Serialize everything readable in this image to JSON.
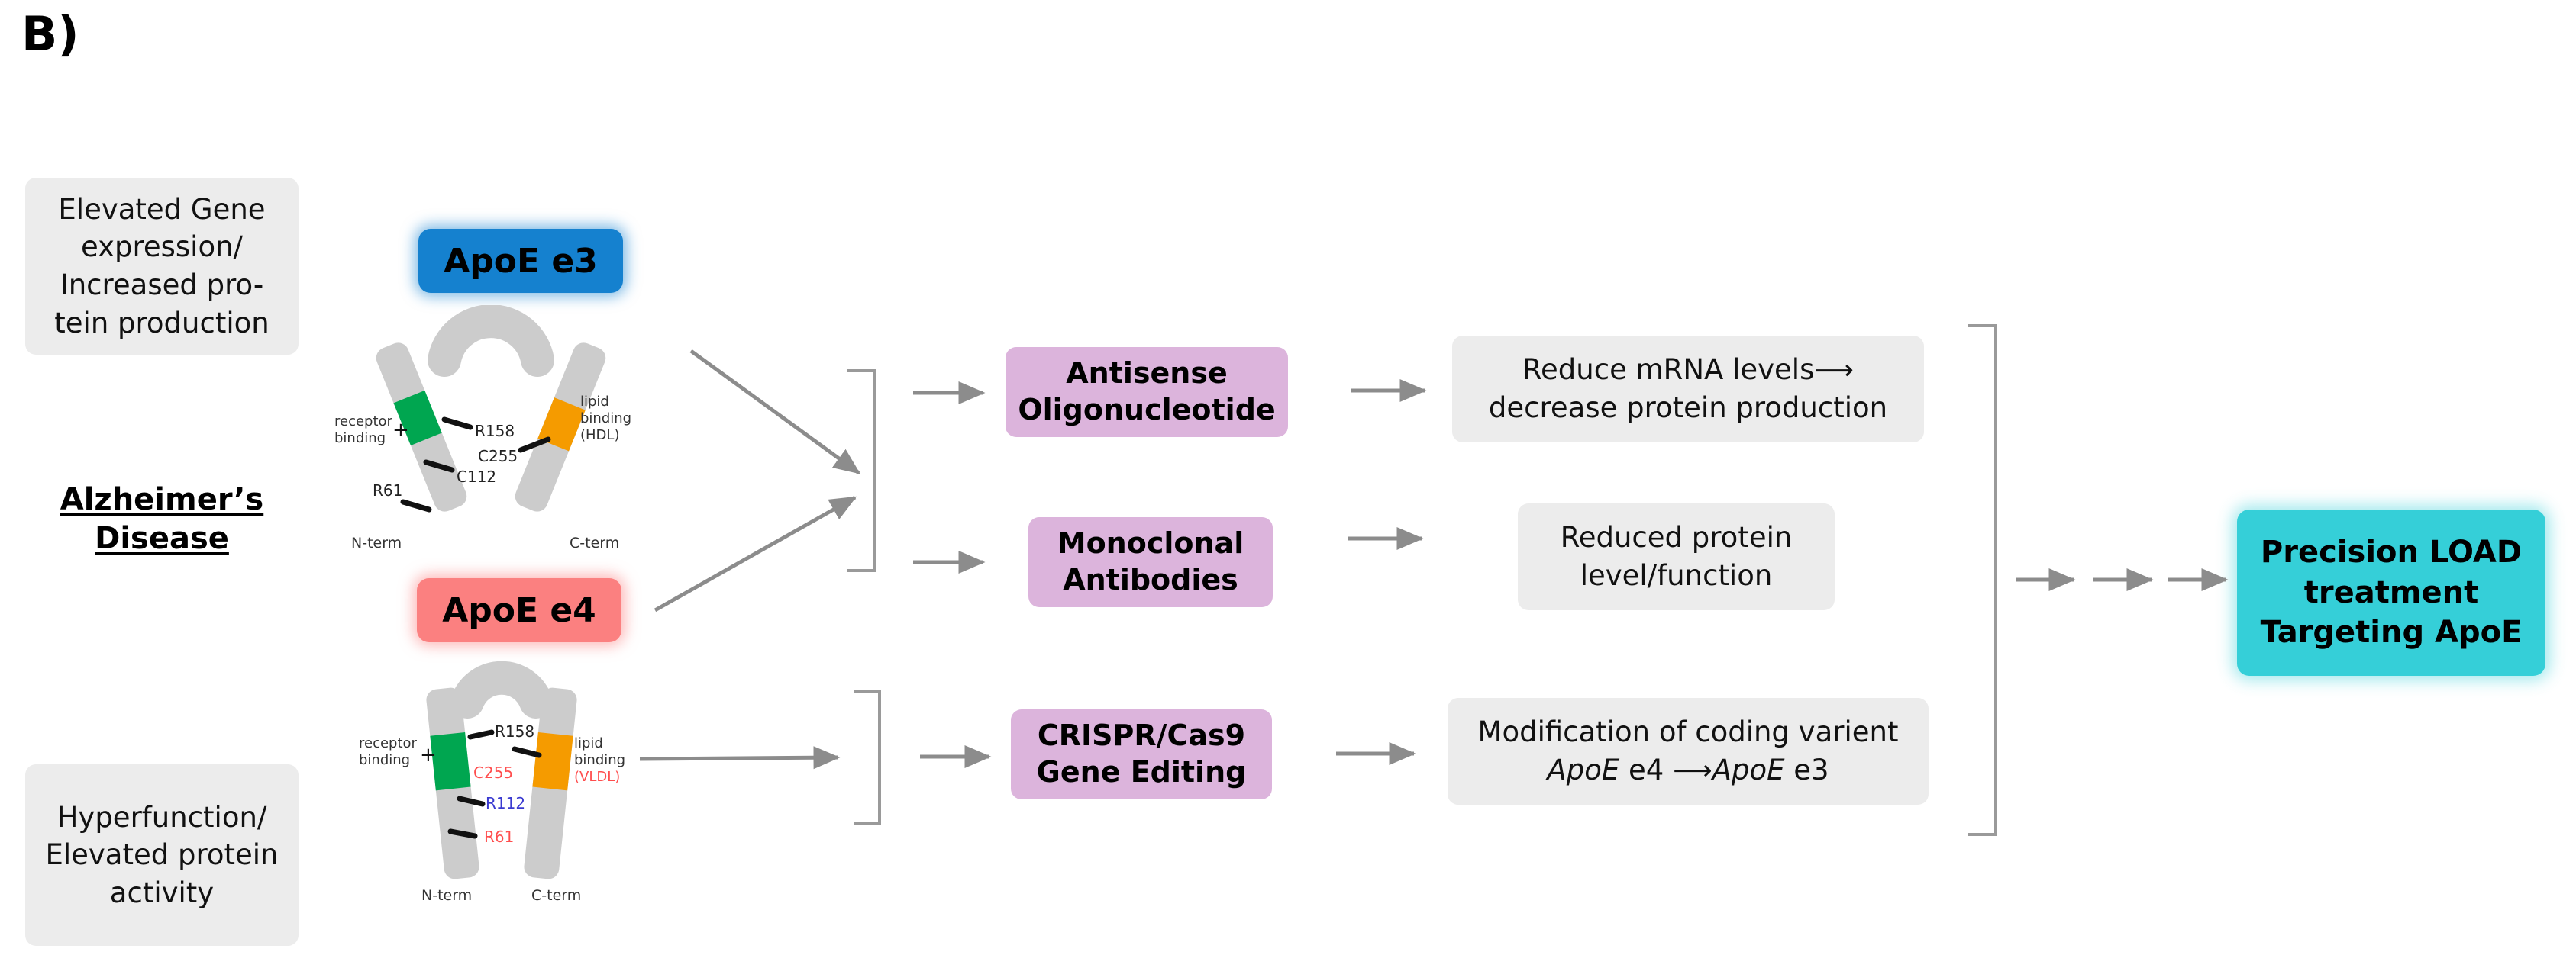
{
  "panel": {
    "letter": "B)"
  },
  "left_column": {
    "elevated_gene_box": "Elevated Gene expression/ Increased pro-tein production",
    "disease_label_line1": "Alzheimer’s",
    "disease_label_line2": "Disease",
    "hyperfunction_box": "Hyperfunction/ Elevated protein activity"
  },
  "alleles": [
    {
      "id": "apoe-e3",
      "label": "ApoE e3",
      "color": "#1581cf",
      "protein": {
        "receptor_binding_label": "receptor binding",
        "charge_symbol": "+",
        "lipid_binding_label": "lipid binding (HDL)",
        "lipid_binding_line1": "lipid",
        "lipid_binding_line2": "binding",
        "lipid_binding_line3": "(HDL)",
        "residues": [
          {
            "name": "R158",
            "color": "#000000"
          },
          {
            "name": "C112",
            "color": "#000000"
          },
          {
            "name": "R61",
            "color": "#000000"
          },
          {
            "name": "C255",
            "color": "#000000"
          }
        ],
        "n_term": "N-term",
        "c_term": "C-term",
        "domain_colors": {
          "receptor": "#00a650",
          "lipid": "#f59b00",
          "backbone": "#cccccc"
        }
      }
    },
    {
      "id": "apoe-e4",
      "label": "ApoE e4",
      "color": "#fb8080",
      "protein": {
        "receptor_binding_label": "receptor binding",
        "charge_symbol": "+",
        "lipid_binding_line1": "lipid",
        "lipid_binding_line2": "binding",
        "lipid_binding_line3": "(VLDL)",
        "residues": [
          {
            "name": "R158",
            "color": "#000000"
          },
          {
            "name": "C255",
            "color": "#ff4d4d"
          },
          {
            "name": "R112",
            "color": "#3a3ad0"
          },
          {
            "name": "R61",
            "color": "#ff4d4d"
          }
        ],
        "n_term": "N-term",
        "c_term": "C-term",
        "domain_colors": {
          "receptor": "#00a650",
          "lipid": "#f59b00",
          "backbone": "#cccccc"
        }
      }
    }
  ],
  "treatments": [
    {
      "id": "aso",
      "line1": "Antisense",
      "line2": "Oligonucleotide"
    },
    {
      "id": "mab",
      "line1": "Monoclonal",
      "line2": "Antibodies"
    },
    {
      "id": "crispr",
      "line1": "CRISPR/Cas9",
      "line2": "Gene Editing"
    }
  ],
  "outcomes": [
    {
      "id": "outcome-aso",
      "line1_prefix": "Reduce mRNA levels",
      "line1_arrow": "⟶",
      "line2": "decrease protein production"
    },
    {
      "id": "outcome-mab",
      "line1": "Reduced protein",
      "line2": "level/function"
    },
    {
      "id": "outcome-crispr",
      "line1": "Modification of coding varient",
      "line2_a": "ApoE",
      "line2_b": " e4 ",
      "line2_arrow": "⟶",
      "line2_c": "ApoE",
      "line2_d": " e3"
    }
  ],
  "final": {
    "line1": "Precision LOAD",
    "line2": "treatment",
    "line3": "Targeting ApoE",
    "color": "#35cfd8"
  },
  "colors": {
    "grey_box": "#ececec",
    "purple_box": "#dcb4dc",
    "connector": "#8c8c8c",
    "bracket": "#9a9a9a",
    "protein_backbone": "#cccccc",
    "receptor_domain": "#00a650",
    "lipid_domain": "#f59b00"
  }
}
